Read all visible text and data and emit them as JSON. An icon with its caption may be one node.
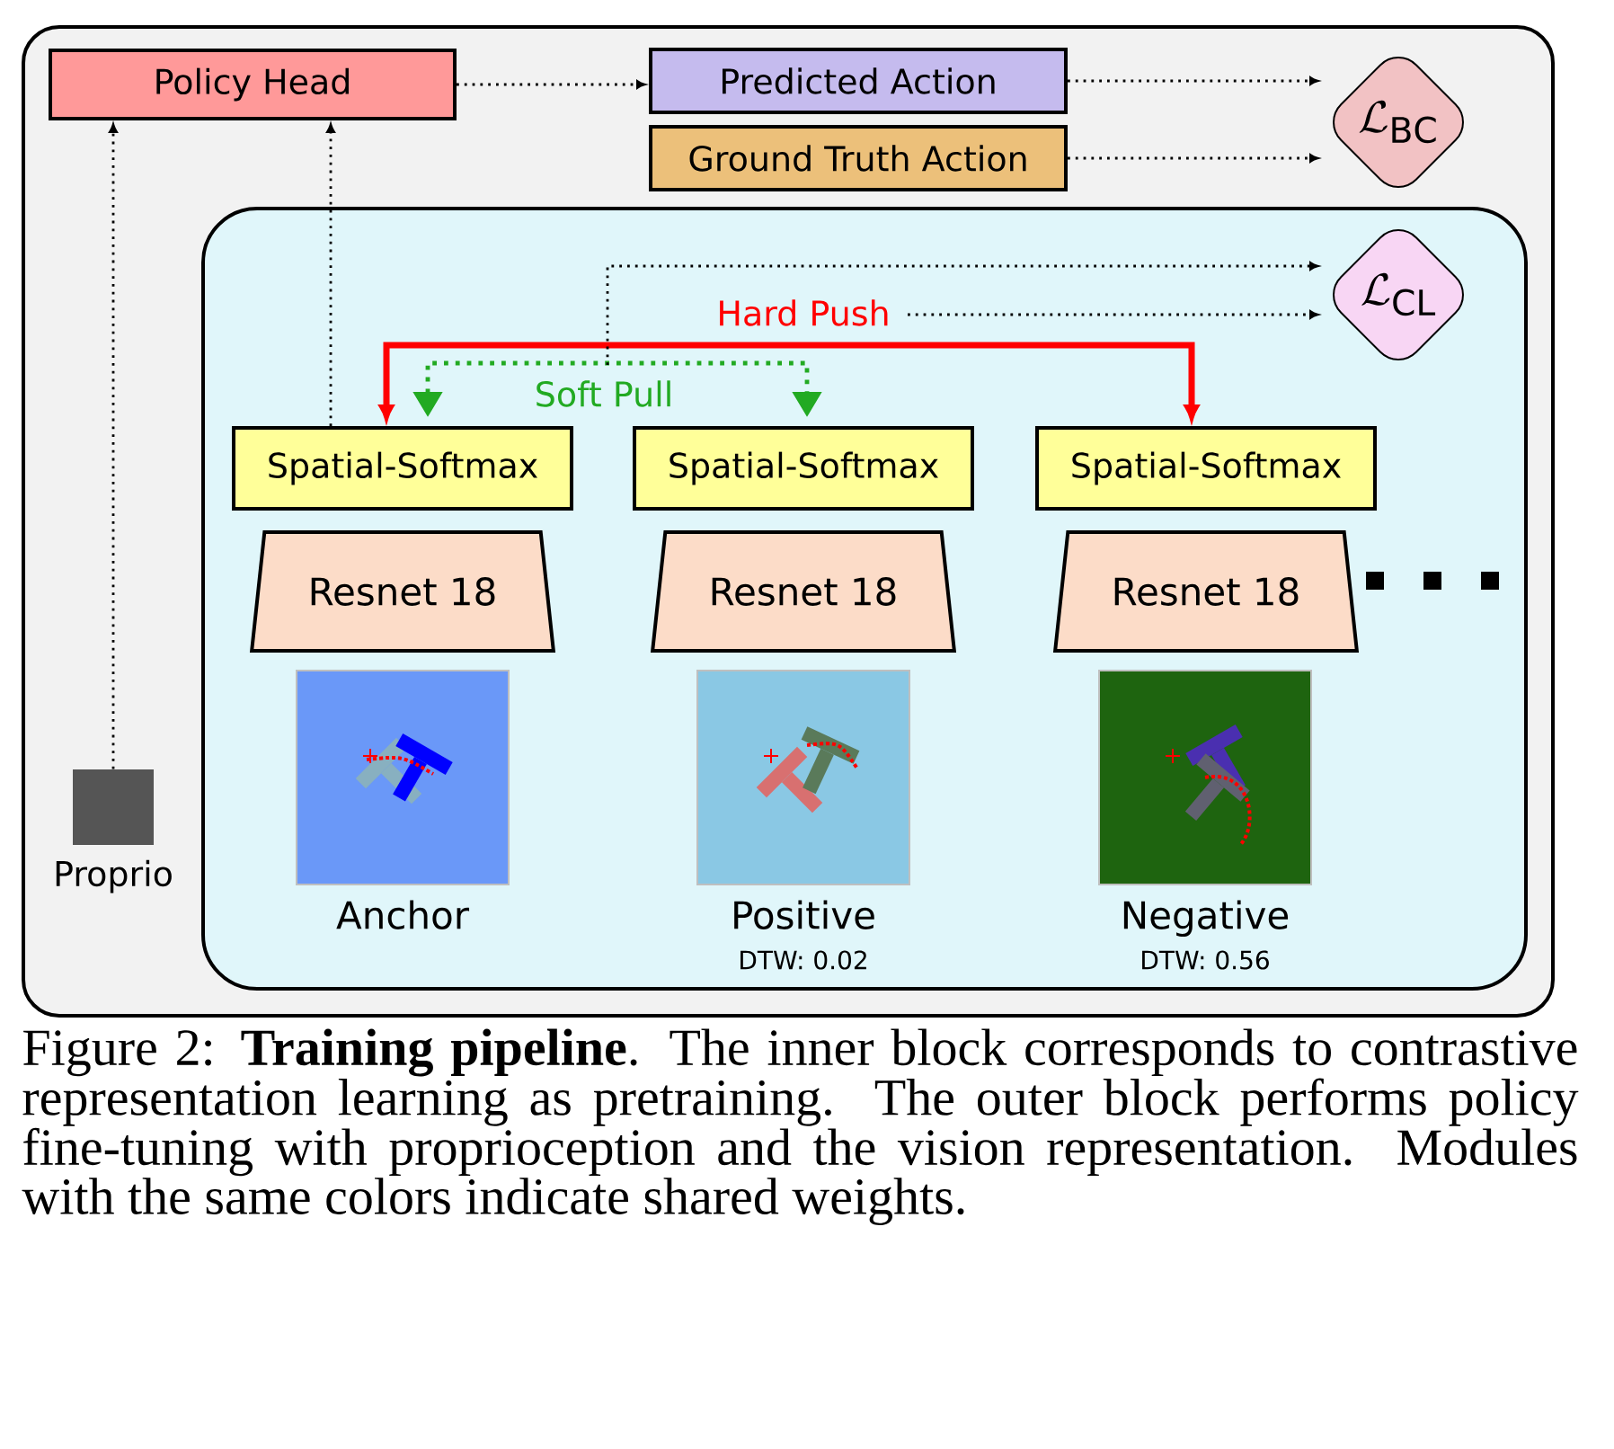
{
  "diagram": {
    "caption": "Figure 2: **Training pipeline**. The inner block corresponds to contrastive representation learning as pretraining. The outer block performs policy fine-tuning with proprioception and the vision representation. Modules with the same colors indicate shared weights.",
    "nodes": [
      {
        "text": [],
        "shape": "box"
      },
      {
        "text": [
          "Policy Head"
        ],
        "in": 0
      },
      {
        "text": [
          "Predicted Action"
        ],
        "in": 0
      },
      {
        "text": [
          "Ground Truth Action"
        ],
        "in": 0
      },
      {
        "text": [
          "\\mathcal{L}_{\\mathrm{BC}}"
        ],
        "in": 0
      },
      {
        "text": [
          "Proprio"
        ],
        "in": 0
      },
      {
        "text": [],
        "shape": "box",
        "in": 0
      },
      {
        "text": [
          "\\mathcal{L}_{\\mathrm{CL}}"
        ],
        "in": 6
      },
      {
        "text": [
          "Spatial-Softmax"
        ],
        "in": 6
      },
      {
        "text": [
          "Spatial-Softmax"
        ],
        "in": 6
      },
      {
        "text": [
          "Spatial-Softmax"
        ],
        "in": 6
      },
      {
        "text": [
          "Resnet 18"
        ],
        "in": 6
      },
      {
        "text": [
          "Resnet 18"
        ],
        "in": 6
      },
      {
        "text": [
          "Resnet 18"
        ],
        "in": 6
      },
      {
        "text": [
          "Anchor"
        ],
        "in": 6
      },
      {
        "text": [
          "Positive"
        ],
        "beside": [
          "DTW: 0.02"
        ],
        "in": 6
      },
      {
        "text": [
          "Negative"
        ],
        "beside": [
          "DTW: 0.56"
        ],
        "in": 6
      }
    ],
    "edges": [
      {
        "from": 5,
        "to": 1,
        "arrow": "to",
        "style": "dashed"
      },
      {
        "from": 8,
        "to": 1,
        "arrow": "to",
        "style": "dashed"
      },
      {
        "from": 1,
        "to": 2,
        "arrow": "to",
        "style": "dashed"
      },
      {
        "from": 2,
        "to": 4,
        "arrow": "to",
        "style": "dashed"
      },
      {
        "from": 3,
        "to": 4,
        "arrow": "to",
        "style": "dashed"
      },
      {
        "from": 8,
        "to": 10,
        "arrow": "both",
        "label": "Hard Push",
        "style": "thick",
        "color": "#ff0000"
      },
      {
        "from": 8,
        "to": 9,
        "arrow": "both",
        "label": "Soft Pull",
        "style": "dashed",
        "color": "#22aa22"
      },
      {
        "from": null,
        "to": 7,
        "arrow": "to",
        "style": "dashed"
      },
      {
        "from": null,
        "to": 7,
        "arrow": "to",
        "style": "dashed"
      }
    ]
  }
}
